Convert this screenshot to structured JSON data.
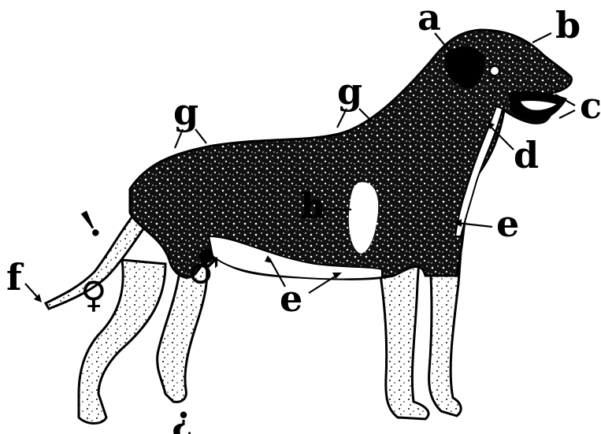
{
  "figure": {
    "labels": {
      "a": "a",
      "b": "b",
      "c": "c",
      "d": "d",
      "e_neck": "e",
      "e_belly": "e",
      "f": "f",
      "g_back": "g",
      "g_withers": "g",
      "h": "h",
      "male": "♂",
      "female": "♀",
      "exclaim": "!",
      "inverted_question": "¿"
    },
    "colors": {
      "ink": "#000000",
      "paper": "#ffffff",
      "coat_light": "#5a5a5a"
    },
    "icons": [
      "male-symbol",
      "female-symbol",
      "exclamation-mark",
      "inverted-question-mark"
    ]
  }
}
